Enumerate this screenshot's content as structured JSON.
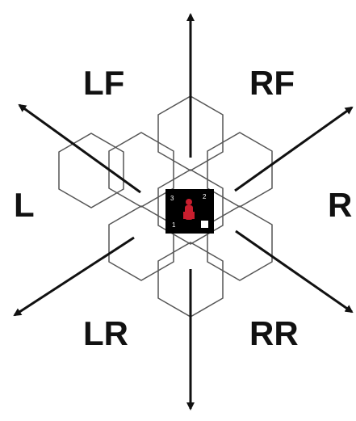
{
  "directions": {
    "lf": "LF",
    "rf": "RF",
    "l": "L",
    "r": "R",
    "lr": "LR",
    "rr": "RR"
  },
  "center_tile": {
    "numbers": [
      "3",
      "2",
      "1"
    ]
  },
  "colors": {
    "hex_stroke": "#555555",
    "arrow": "#111111",
    "tile_background": "#000000",
    "robot": "#c81e2e",
    "marker": "#ffffff"
  }
}
